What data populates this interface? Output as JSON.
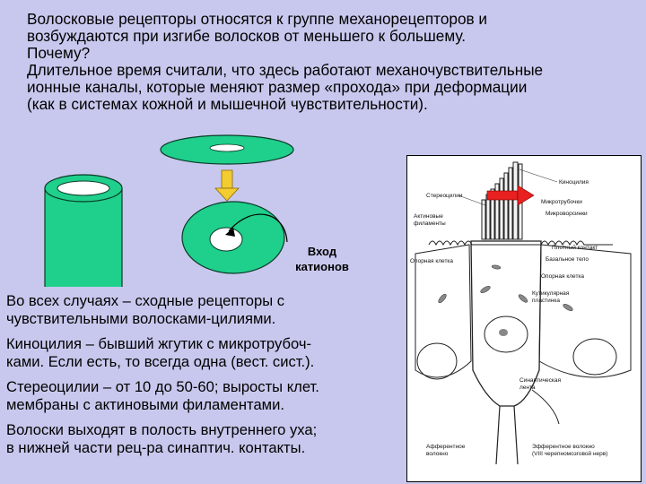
{
  "intro": {
    "lines": [
      "Волосковые рецепторы относятся к группе механорецепторов и",
      "возбуждаются при изгибе волосков от меньшего к большему.",
      "Почему?",
      "Длительное время считали, что здесь работают механочувствительные",
      "ионные каналы, которые меняют размер «прохода» при деформации",
      "(как в системах кожной и мышечной чувствительности)."
    ]
  },
  "cation_label": [
    "Вход",
    "катионов"
  ],
  "bullets": [
    [
      "Во всех случаях – сходные рецепторы с",
      "чувствительными волосками-цилиями."
    ],
    [
      "Киноцилия – бывший жгутик с микротрубоч-",
      "ками. Если есть, то всегда одна (вест. сист.)."
    ],
    [
      "Стереоцилии – от 10 до 50-60; выросты клет.",
      "мембраны с актиновыми филаментами."
    ],
    [
      "Волоски выходят в полость внутреннего уха;",
      "в нижней части рец-ра синаптич. контакты."
    ]
  ],
  "figure_labels": {
    "stereocilia": "Стереоцилии",
    "actin": "Актиновые",
    "actin2": "филаменты",
    "kinocilium": "Киноцилия",
    "microtubules": "Микротрубочки",
    "microvilli": "Микроворсинки",
    "tight_junction": "Плотный контакт",
    "supporting_left": "Опорная клетка",
    "basal_body": "Базальное тело",
    "supporting_right": "Опорная клетка",
    "cuticular": "Кутикулярная",
    "cuticular2": "пластинка",
    "synaptic": "Синаптическая",
    "synaptic2": "лента",
    "afferent": "Афферентное",
    "afferent2": "волокно",
    "efferent": "Эфферентное волокно",
    "efferent2": "(VIII черепномозговой нерв)"
  },
  "colors": {
    "background": "#c8c8ee",
    "channel_fill": "#1fcf8c",
    "channel_dark": "#0a6a44",
    "arrow_yellow": "#f2cc30",
    "arrow_red": "#e82020"
  }
}
